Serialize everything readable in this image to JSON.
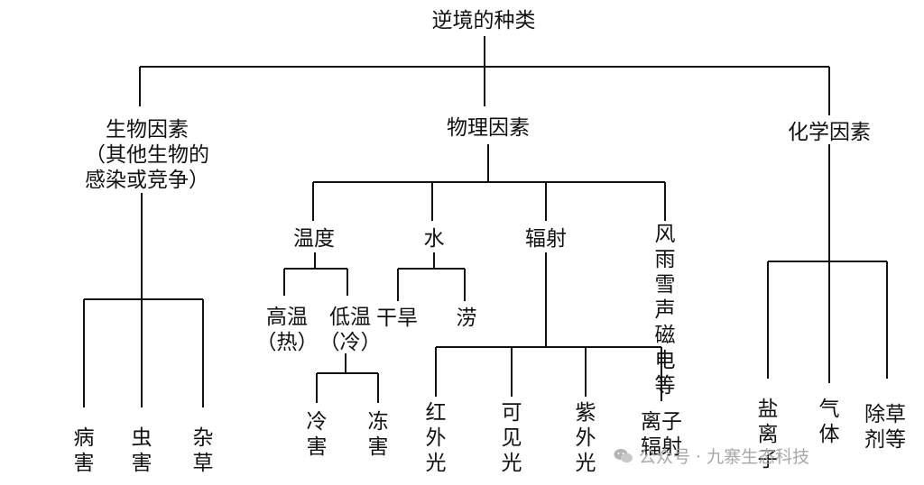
{
  "root": "逆境的种类",
  "categories": {
    "biological": {
      "label": "生物因素\n（其他生物的\n感染或竞争）",
      "children": [
        "病害",
        "虫害",
        "杂草"
      ]
    },
    "physical": {
      "label": "物理因素",
      "temperature": {
        "label": "温度",
        "high": "高温\n（热）",
        "low": "低温\n（冷）",
        "low_children": [
          "冷害",
          "冻害"
        ]
      },
      "water": {
        "label": "水",
        "children": [
          "干旱",
          "涝"
        ]
      },
      "radiation": {
        "label": "辐射",
        "children": [
          "红外光",
          "可见光",
          "紫外光",
          "离子辐射"
        ]
      },
      "other": "风雨雪声磁电等"
    },
    "chemical": {
      "label": "化学因素",
      "children": [
        "盐离子",
        "气体",
        "除草剂等"
      ]
    }
  },
  "watermark": "公众号 · 九寨生态科技",
  "colors": {
    "line": "#111111",
    "text": "#111111",
    "watermark": "#a8a8a8"
  }
}
